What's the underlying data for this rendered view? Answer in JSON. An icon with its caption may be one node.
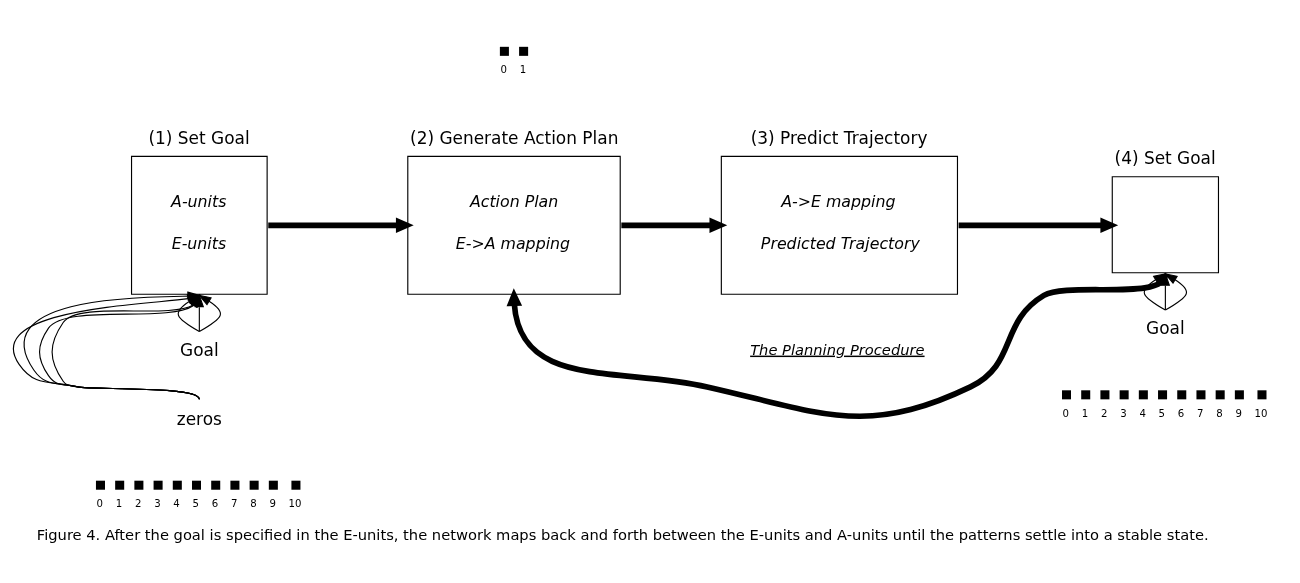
{
  "diagram": {
    "caption": "Figure 4. After the goal is specified in the E-units, the network maps back and forth between the E-units and A-units until the patterns settle into a stable state.",
    "nodes": [
      {
        "text": [
          "(1) Set Goal",
          "A-units",
          "E-units"
        ]
      },
      {
        "text": [
          "(2) Generate Action Plan",
          "Action Plan",
          "E->A mapping"
        ]
      },
      {
        "text": [
          "(3) Predict Trajectory",
          "A->E mapping",
          "Predicted Trajectory"
        ]
      },
      {
        "text": [
          "(4) Set Goal"
        ]
      },
      {
        "text": [
          "Goal"
        ]
      },
      {
        "text": [
          "zeros"
        ]
      },
      {
        "text": [
          "Goal"
        ]
      }
    ],
    "edges": [
      {
        "from": 0,
        "to": 1,
        "arrow": "to",
        "style": "thick"
      },
      {
        "from": 1,
        "to": 2,
        "arrow": "to",
        "style": "thick"
      },
      {
        "from": 2,
        "to": 3,
        "arrow": "to",
        "style": "thick"
      },
      {
        "from": 3,
        "to": 1,
        "arrow": "to",
        "style": "thick"
      },
      {
        "from": 4,
        "to": 0,
        "arrow": "to"
      },
      {
        "from": 4,
        "to": 0,
        "arrow": "to"
      },
      {
        "from": 4,
        "to": 0,
        "arrow": "to"
      },
      {
        "from": 5,
        "to": 0,
        "arrow": "to"
      },
      {
        "from": 5,
        "to": 0,
        "arrow": "to"
      },
      {
        "from": 5,
        "to": 0,
        "arrow": "to"
      },
      {
        "from": 5,
        "to": 0,
        "arrow": "to"
      },
      {
        "from": 6,
        "to": 3,
        "arrow": "to"
      },
      {
        "from": 6,
        "to": 3,
        "arrow": "to"
      },
      {
        "from": 6,
        "to": 3,
        "arrow": "to"
      }
    ],
    "labels": [
      "0",
      "1",
      "The Planning Procedure",
      "0",
      "1",
      "2",
      "3",
      "4",
      "5",
      "6",
      "7",
      "8",
      "9",
      "10",
      "0",
      "1",
      "2",
      "3",
      "4",
      "5",
      "6",
      "7",
      "8",
      "9",
      "10"
    ]
  }
}
